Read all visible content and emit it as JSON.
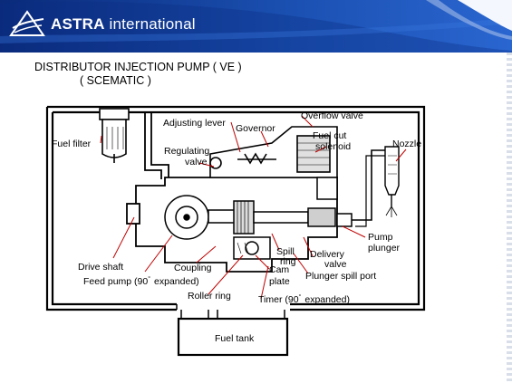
{
  "header": {
    "brand_bold": "ASTRA",
    "brand_light": "international"
  },
  "slide": {
    "title": "DISTRIBUTOR INJECTION PUMP ( VE )",
    "subtitle": "( SCEMATIC )"
  },
  "diagram": {
    "labels": {
      "adjusting_lever": "Adjusting lever",
      "governor": "Governor",
      "overflow_valve": "Overflow valve",
      "fuel_filter": "Fuel filter",
      "fuel_cut_solenoid_1": "Fuel cut",
      "fuel_cut_solenoid_2": "solenoid",
      "nozzle": "Nozzle",
      "regulating_valve_1": "Regulating",
      "regulating_valve_2": "valve",
      "pump_plunger_1": "Pump",
      "pump_plunger_2": "plunger",
      "spill_ring_1": "Spill",
      "spill_ring_2": "ring",
      "delivery_valve_1": "Delivery",
      "delivery_valve_2": "valve",
      "drive_shaft": "Drive shaft",
      "coupling": "Coupling",
      "cam_plate_1": "Cam",
      "cam_plate_2": "plate",
      "plunger_spill_port": "Plunger spill port",
      "feed_pump_1": "Feed pump (90",
      "feed_pump_2": "expanded)",
      "roller_ring": "Roller ring",
      "timer": "Timer (90",
      "timer_2": "expanded)",
      "fuel_tank": "Fuel tank",
      "degree": "°"
    }
  }
}
